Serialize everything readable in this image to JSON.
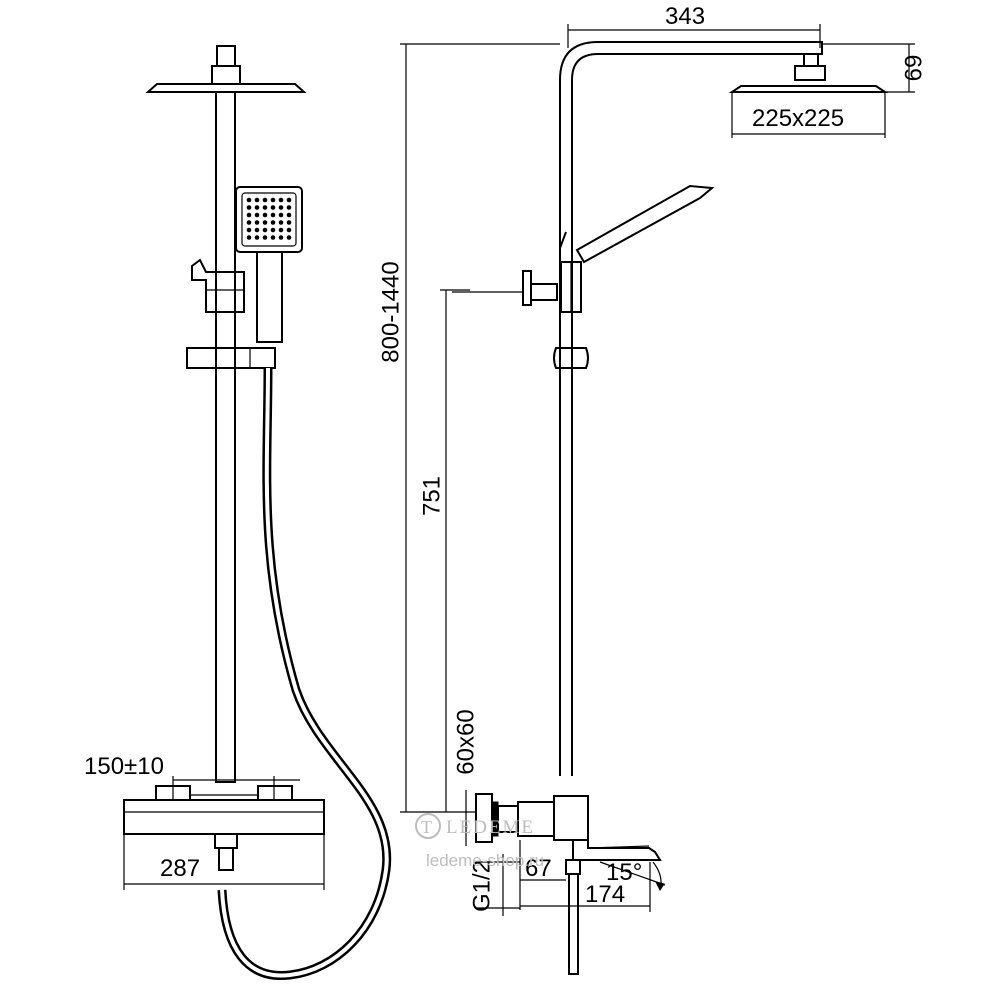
{
  "dimensions": {
    "arm_reach": "343",
    "head_height": "69",
    "head_size": "225x225",
    "total_height": "800-1440",
    "outlet_height": "751",
    "wall_block": "60x60",
    "inlet_spacing": "150±10",
    "mixer_width": "287",
    "thread": "G1/2",
    "mixer_depth": "67",
    "spout_reach": "174",
    "spout_angle": "15°"
  },
  "watermark": {
    "brand": "LEDEME",
    "site": "ledeme-shop.ru"
  }
}
